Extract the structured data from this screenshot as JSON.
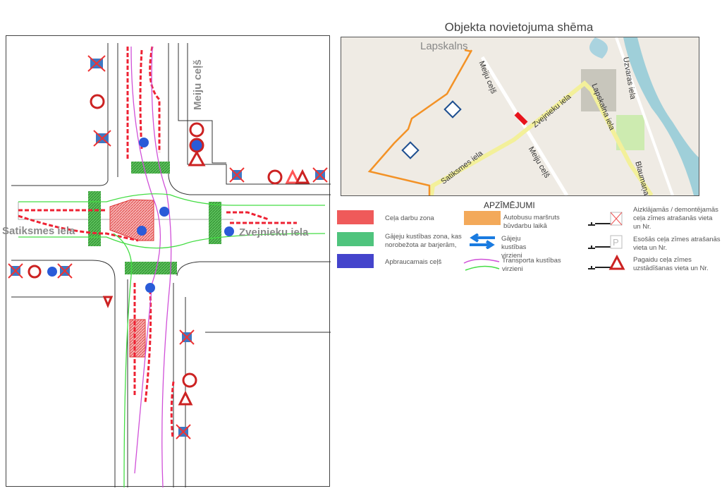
{
  "plan": {
    "streets": {
      "north": "Meiju ceļš",
      "west": "Satiksmes iela",
      "east": "Zvejnieku iela"
    }
  },
  "map": {
    "title": "Objekta novietojuma shēma",
    "labels": {
      "district": "Lapskalns",
      "meiju_north": "Meiju ceļš",
      "meiju_south": "Meiju ceļš",
      "zvejnieku": "Zvejnieku iela",
      "satiksmes": "Satiksmes iela",
      "lapskalna": "Lapskalna iela",
      "uzvaras": "Uzvaras iela",
      "blaumana": "Blaumaņa iela"
    },
    "colors": {
      "bus_route": "#f39226",
      "main_road": "#f3f09a",
      "closure": "#e8141c"
    }
  },
  "legend": {
    "title": "APZĪMĒJUMI",
    "items": [
      {
        "label": "Ceļa darbu zona",
        "color": "#ef5a5a"
      },
      {
        "label": "Gājeju kustības zona, kas norobežota ar barjerām,",
        "color": "#4fc47d"
      },
      {
        "label": "Apbraucamais ceļš",
        "color": "#4444cc"
      },
      {
        "label": "Autobusu maršruts būvdarbu laikā",
        "color": "#f3a95a"
      },
      {
        "label": "Gājeju kustības virzieni",
        "icon": "pedestrian-arrows-icon"
      },
      {
        "label": "Transporta kustības virzieni",
        "icon": "traffic-flow-icon"
      },
      {
        "label": "Aizklājamās / demontējamās ceļa zīmes atrašanās vieta un Nr.",
        "icon": "removed-sign-icon"
      },
      {
        "label": "Esošās ceļa zīmes atrašanās vieta un Nr.",
        "icon": "existing-sign-icon"
      },
      {
        "label": "Pagaidu ceļa zīmes uzstādīšanas vieta un Nr.",
        "icon": "temporary-sign-icon"
      }
    ]
  }
}
